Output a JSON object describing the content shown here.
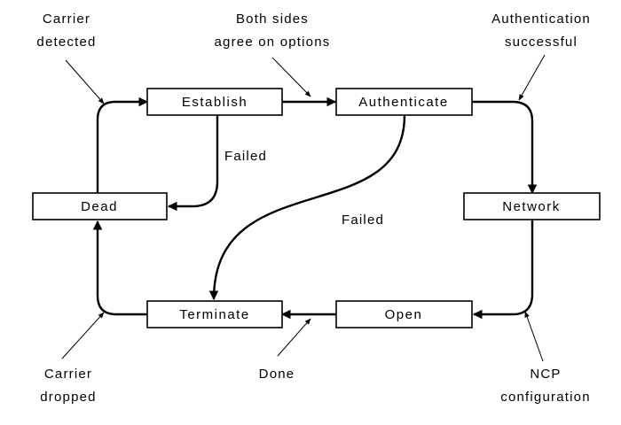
{
  "states": {
    "establish": "Establish",
    "authenticate": "Authenticate",
    "dead": "Dead",
    "network": "Network",
    "terminate": "Terminate",
    "open": "Open"
  },
  "notes": {
    "carrier_detected": [
      "Carrier",
      "detected"
    ],
    "both_sides": [
      "Both sides",
      "agree on options"
    ],
    "auth_successful": [
      "Authentication",
      "successful"
    ],
    "failed_establish": "Failed",
    "failed_authenticate": "Failed",
    "carrier_dropped": [
      "Carrier",
      "dropped"
    ],
    "done": "Done",
    "ncp_configuration": [
      "NCP",
      "configuration"
    ]
  },
  "colors": {
    "line": "#000000",
    "background": "#ffffff"
  }
}
